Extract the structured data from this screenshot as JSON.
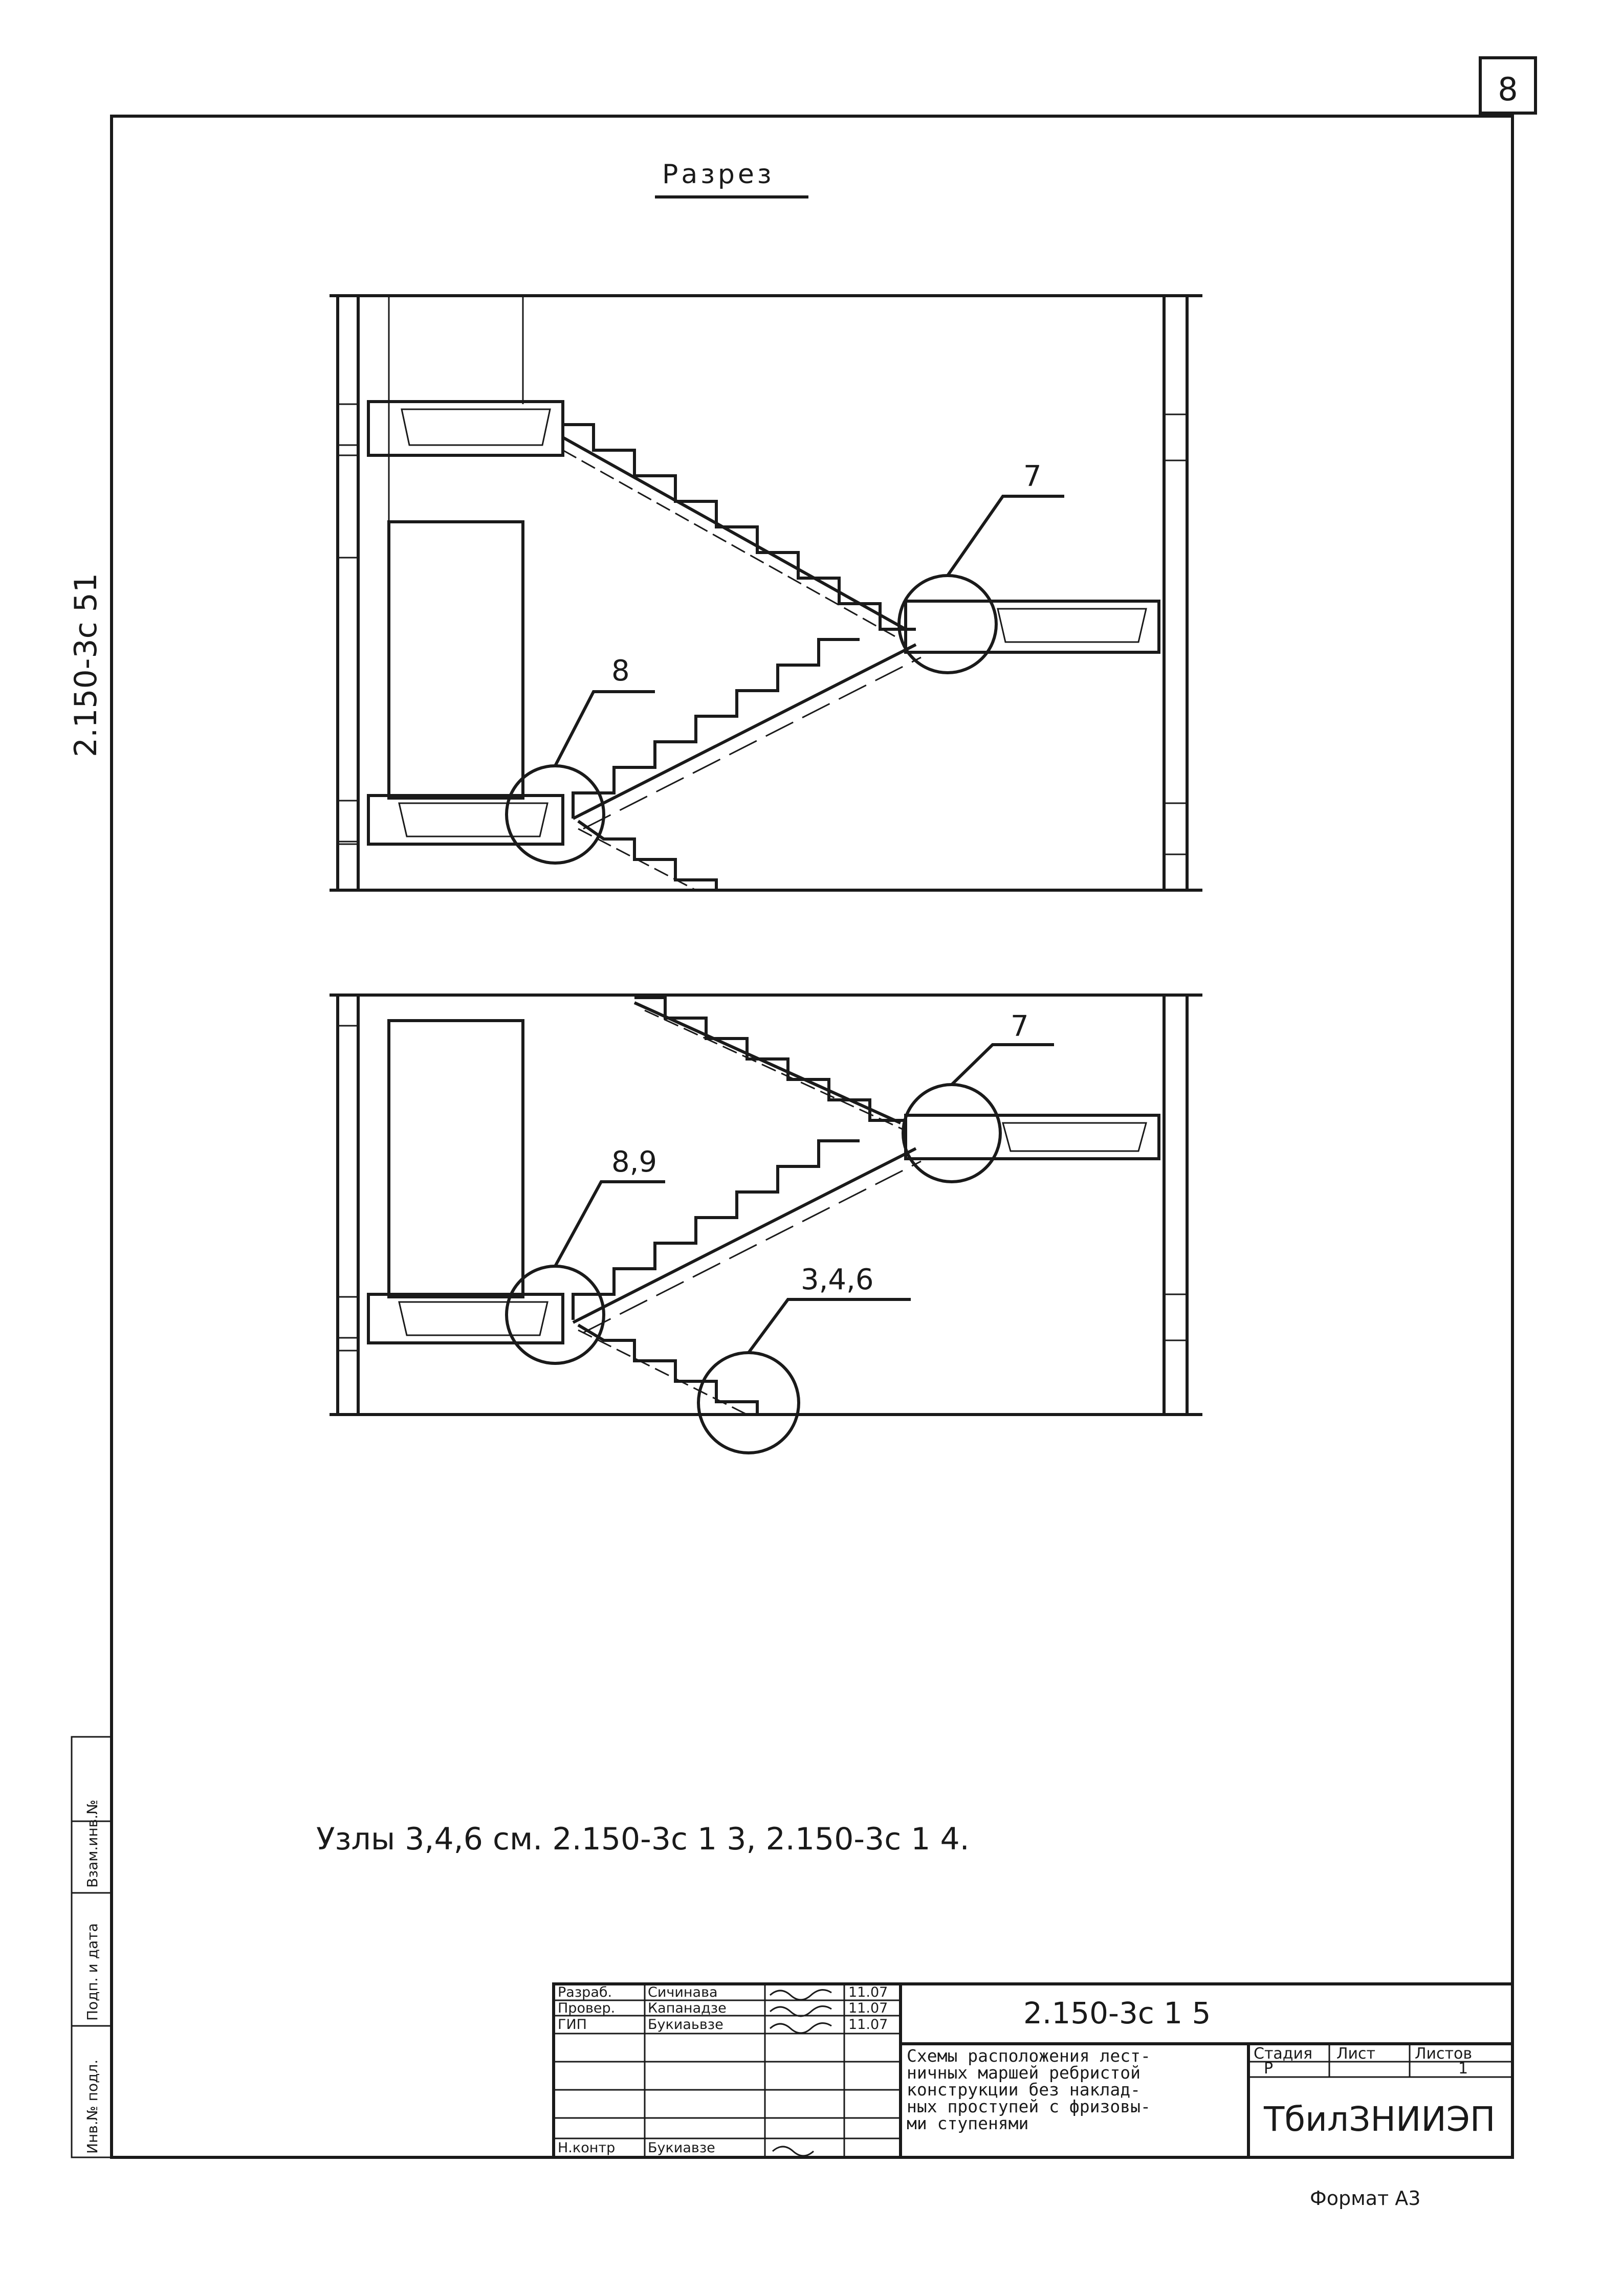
{
  "sheet": {
    "page_number": "8",
    "side_code": "2.150-3c 51",
    "format": "Формат А3"
  },
  "drawing": {
    "title": "Разрез",
    "section1": {
      "callout_a": "7",
      "callout_b": "8"
    },
    "section2": {
      "callout_a": "7",
      "callout_b": "8,9",
      "callout_c": "3,4,6"
    }
  },
  "note": "Узлы 3,4,6 см. 2.150-3с 1 3, 2.150-3с 1 4.",
  "side_stamp": {
    "col1": "Инв.№ подл.",
    "col2": "Подп. и дата",
    "col3": "Взам.инв.№"
  },
  "title_block": {
    "rows": [
      {
        "role": "Разраб.",
        "name": "Сичинава",
        "date": "11.07"
      },
      {
        "role": "Провер.",
        "name": "Капанадзе",
        "date": "11.07"
      },
      {
        "role": "ГИП",
        "name": "Букиаьвзе",
        "date": "11.07"
      },
      {
        "role": "",
        "name": "",
        "date": ""
      },
      {
        "role": "",
        "name": "",
        "date": ""
      },
      {
        "role": "",
        "name": "",
        "date": ""
      },
      {
        "role": "Н.контр",
        "name": "Букиавзе",
        "date": ""
      }
    ],
    "code": "2.150-3с 1 5",
    "description": [
      "Схемы расположения лест-",
      "ничных маршей ребристой",
      "конструкции без наклад-",
      "ных проступей с фризовы-",
      "ми ступенями"
    ],
    "stage_label": "Стадия",
    "sheet_label": "Лист",
    "sheets_label": "Листов",
    "stage_value": "Р",
    "sheet_value": "",
    "sheets_value": "1",
    "organization": "ТбилЗНИИЭП"
  }
}
